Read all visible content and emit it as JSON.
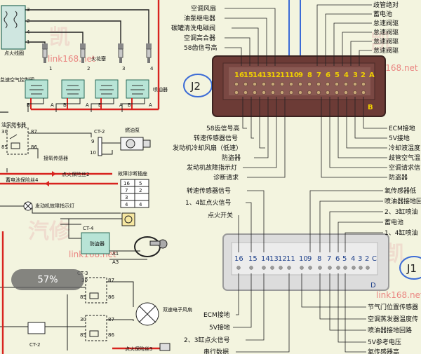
{
  "progress_label": "57%",
  "watermarks": {
    "url": "link168.net",
    "brand_left": "汽修",
    "brand_right": "凯"
  },
  "left": {
    "ignition_coil": "点火线圈",
    "spark_plug": "火花塞",
    "injector": "喷油器",
    "speed_valve": "怠速空气控制阀",
    "fuel_relay": "油泵继电器",
    "oxygen_sensor": "接氧传感器",
    "ct2": "CT-2",
    "fuel_pump": "燃油泵",
    "fuse2": "点火保险丝2",
    "fuse4": "蓄电池保险丝4",
    "diag_socket": "故障诊断插座",
    "engine_lamp": "发动机故障指示灯",
    "ct4": "CT-4",
    "immobilizer": "防盗器",
    "a1": "A1",
    "a3": "A3",
    "ct3": "CT-3",
    "fan": "双速电子风扇",
    "ct2b": "CT-2",
    "fuse3": "点火保险丝3",
    "coil_pins": [
      "3",
      "2",
      "4",
      "1"
    ],
    "plug_pins": [
      "1",
      "2",
      "3",
      "4"
    ],
    "relay_pins": [
      "30",
      "87",
      "85",
      "86"
    ],
    "pump_pins": [
      "9",
      "10"
    ],
    "diag_pins": [
      "16",
      "7",
      "3",
      "4",
      "5",
      "2",
      "4"
    ],
    "ab": [
      "B",
      "A"
    ]
  },
  "j2": {
    "id": "J2",
    "row_a": [
      "16",
      "15",
      "14",
      "13",
      "12",
      "11",
      "10",
      "9",
      "8",
      "7",
      "6",
      "5",
      "4",
      "3",
      "2",
      "A"
    ],
    "row_b": "B",
    "top_labels": [
      "空调风扇",
      "油泵继电器",
      "碳罐清洗电磁阀",
      "空调高合器",
      "58齿信号高"
    ],
    "right_top_labels": [
      "歧管绝对",
      "蓄电池",
      "怠速阀驱",
      "怠速阀驱",
      "怠速阀驱",
      "怠速阀驱"
    ],
    "bottom_left_labels": [
      "58齿信号高",
      "转速传感器信号",
      "发动机冷却风扇（低速）",
      "防盗器",
      "发动机故障指示灯",
      "诊断请求"
    ],
    "bottom_right_labels": [
      "ECM接地",
      "5V接地",
      "冷却液温度",
      "歧管空气温",
      "空调请求信",
      "防盗器"
    ]
  },
  "j1": {
    "id": "J1",
    "row_c": [
      "16",
      "15",
      "14",
      "13",
      "12",
      "11",
      "10",
      "9",
      "8",
      "7",
      "6",
      "5",
      "4",
      "3",
      "2",
      "C"
    ],
    "row_d": "D",
    "left_top_labels": [
      "转速传感器信号",
      "1、4缸点火信号",
      "点火开关"
    ],
    "left_bottom_labels": [
      "ECM接地",
      "5V接地",
      "2、3缸点火信号",
      "串行数据"
    ],
    "right_top_labels": [
      "氧传感器低",
      "喷油器接地回",
      "2、3缸喷油",
      "蓄电池",
      "1、4缸喷油"
    ],
    "right_bottom_labels": [
      "节气门位置传感器",
      "空调蒸发器温度传",
      "喷油器接地回路",
      "5V参考电压",
      "氧传感器高"
    ]
  }
}
